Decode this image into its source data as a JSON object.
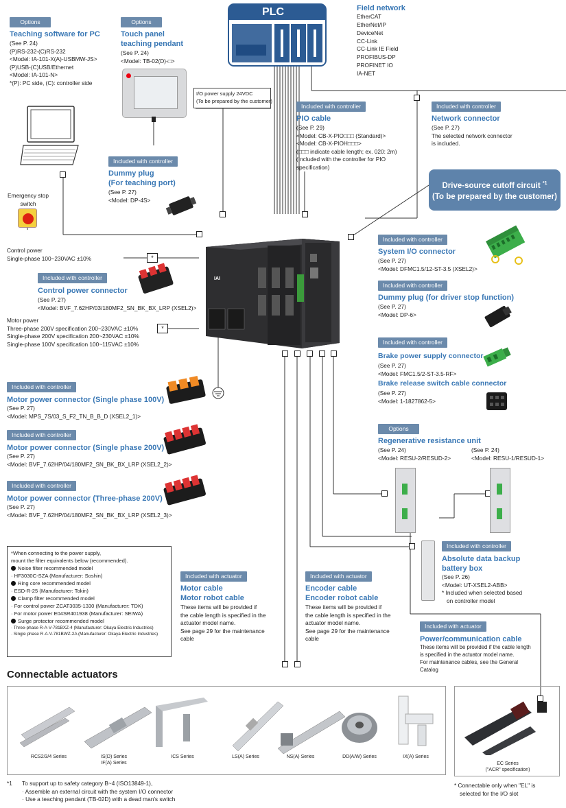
{
  "plc": {
    "label": "PLC"
  },
  "field_network": {
    "title": "Field network",
    "items": [
      "EtherCAT",
      "EtherNet/IP",
      "DeviceNet",
      "CC-Link",
      "CC-Link IE Field",
      "PROFIBUS-DP",
      "PROFINET IO",
      "IA-NET"
    ]
  },
  "teaching_sw": {
    "badge": "Options",
    "title": "Teaching software for PC",
    "lines": [
      "(See P. 24)",
      "(P)RS-232-(C)RS-232",
      "<Model: IA-101-X(A)-USBMW-JS>",
      "(P)USB-(C)USB/Ethernet",
      "<Model: IA-101-N>",
      "*(P): PC side, (C): controller side"
    ]
  },
  "touch_panel": {
    "badge": "Options",
    "title1": "Touch panel",
    "title2": "teaching pendant",
    "lines": [
      "(See P. 24)",
      "<Model: TB-02(D)-□>"
    ]
  },
  "io_power": {
    "line1": "I/O power supply 24VDC",
    "line2": "(To be prepared by the customer)"
  },
  "pio_cable": {
    "badge": "Included with controller",
    "title": "PIO cable",
    "lines": [
      "(See P. 29)",
      "<Model: CB-X-PIO□□□ (Standard)>",
      "<Model: CB-X-PIOH□□□>",
      "(□□□ indicate cable length; ex. 020: 2m)",
      "(Included with the controller for PIO",
      "specification)"
    ]
  },
  "network_conn": {
    "badge": "Included with controller",
    "title": "Network connector",
    "lines": [
      "(See P. 27)",
      "The selected network connector",
      "is included."
    ]
  },
  "cutoff": {
    "line1": "Drive-source cutoff circuit",
    "sup": "*1",
    "line2": "(To be prepared by the customer)"
  },
  "dummy_plug_tp": {
    "badge": "Included with controller",
    "title1": "Dummy plug",
    "title2": "(For teaching port)",
    "lines": [
      "(See P. 27)",
      "<Model: DP-4S>"
    ]
  },
  "estop": {
    "line1": "Emergency stop",
    "line2": "switch"
  },
  "control_power": {
    "line1": "Control power",
    "line2": "Single-phase 100~230VAC ±10%",
    "mark": "*"
  },
  "control_conn": {
    "badge": "Included with controller",
    "title": "Control power connector",
    "lines": [
      "(See P. 27)",
      "<Model: BVF_7.62HP/03/180MF2_SN_BK_BX_LRP (XSEL2)>"
    ]
  },
  "motor_power": {
    "mark": "*",
    "lines": [
      "Motor power",
      "Three-phase 200V specification 200~230VAC ±10%",
      "Single-phase 200V specification 200~230VAC ±10%",
      "Single-phase 100V specification 100~115VAC ±10%"
    ]
  },
  "system_io": {
    "badge": "Included with controller",
    "title": "System I/O connector",
    "lines": [
      "(See P. 27)",
      "<Model: DFMC1.5/12-ST-3.5 (XSEL2)>"
    ]
  },
  "dummy_plug_ds": {
    "title": "Dummy plug (for driver stop function)",
    "lines": [
      "(See P. 27)",
      "<Model: DP-6>"
    ]
  },
  "brake_power": {
    "badge": "Included with controller",
    "title": "Brake power supply connector",
    "lines": [
      "(See P. 27)",
      "<Model: FMC1.5/2-ST-3.5-RF>"
    ]
  },
  "brake_release": {
    "title": "Brake release switch cable connector",
    "lines": [
      "(See P. 27)",
      "<Model: 1-1827862-5>"
    ]
  },
  "motor_100": {
    "badge": "Included with controller",
    "title": "Motor power connector (Single phase 100V)",
    "lines": [
      "(See P. 27)",
      "<Model: MPS_7S/03_S_F2_TN_B_B_D (XSEL2_1)>"
    ]
  },
  "motor_200": {
    "badge": "Included with controller",
    "title": "Motor power connector (Single phase 200V)",
    "lines": [
      "(See P. 27)",
      "<Model: BVF_7.62HP/04/180MF2_SN_BK_BX_LRP (XSEL2_2)>"
    ]
  },
  "motor_3ph": {
    "badge": "Included with controller",
    "title": "Motor power connector (Three-phase 200V)",
    "lines": [
      "(See P. 27)",
      "<Model: BVF_7.62HP/04/180MF2_SN_BK_BX_LRP (XSEL2_3)>"
    ]
  },
  "regen": {
    "badge": "Options",
    "title": "Regenerative resistance unit",
    "left": [
      "(See P. 24)",
      "<Model: RESU-2/RESUD-2>"
    ],
    "right": [
      "(See P. 24)",
      "<Model: RESU-1/RESUD-1>"
    ]
  },
  "battery": {
    "badge": "Included with controller",
    "title1": "Absolute data backup",
    "title2": "battery box",
    "lines": [
      "(See P. 26)",
      "<Model: UT-XSEL2-ABB>",
      "* Included when selected based",
      "on controller model"
    ]
  },
  "filter": {
    "lines": [
      {
        "t": "*When connecting to the power supply,",
        "b": false
      },
      {
        "t": "mount the filter equivalents below (recommended).",
        "b": false
      },
      {
        "t": "Noise filter recommended model",
        "b": true
      },
      {
        "t": "· HF3030C-SZA (Manufacturer: Soshin)",
        "b": false
      },
      {
        "t": "Ring core recommended model",
        "b": true
      },
      {
        "t": "· ESD-R-25 (Manufacturer: Tokin)",
        "b": false
      },
      {
        "t": "Clamp filter recommended model",
        "b": true
      },
      {
        "t": "· For control power ZCAT3035-1330 (Manufacturer: TDK)",
        "b": false
      },
      {
        "t": "· For motor power E04SR401938 (Manufacturer: SEIWA)",
        "b": false
      },
      {
        "t": "Surge protector recommended model",
        "b": true
      },
      {
        "t": "· Three-phase R·A·V-781BXZ-4 (Manufacturer: Okaya Electric Industries)",
        "b": false
      },
      {
        "t": "· Single phase R·A·V-781BWZ-2A (Manufacturer: Okaya Electric Industries)",
        "b": false
      }
    ]
  },
  "motor_cable": {
    "badge": "Included with actuator",
    "title1": "Motor cable",
    "title2": "Motor robot cable",
    "lines": [
      "These items will be provided if",
      "the cable length is specified in the",
      "actuator model name.",
      "See page 29 for the maintenance",
      "cable"
    ]
  },
  "encoder_cable": {
    "badge": "Included with actuator",
    "title1": "Encoder cable",
    "title2": "Encoder robot cable",
    "lines": [
      "These items will be provided if",
      "the cable length is specified in the",
      "actuator model name.",
      "See page 29 for the maintenance",
      "cable"
    ]
  },
  "power_comm": {
    "badge": "Included with actuator",
    "title": "Power/communication cable",
    "lines": [
      "These items will be provided if the cable length",
      "is specified in the actuator model name.",
      "For maintenance cables, see the General",
      "Catalog"
    ]
  },
  "actuators": {
    "title": "Connectable actuators",
    "items": [
      {
        "l1": "RCS2/3/4 Series",
        "l2": ""
      },
      {
        "l1": "IS(D) Series",
        "l2": "IF(A) Series"
      },
      {
        "l1": "ICS Series",
        "l2": ""
      },
      {
        "l1": "LS(A) Series",
        "l2": ""
      },
      {
        "l1": "NS(A) Series",
        "l2": ""
      },
      {
        "l1": "DD(A/W) Series",
        "l2": ""
      },
      {
        "l1": "IX(A) Series",
        "l2": ""
      }
    ],
    "ec": {
      "l1": "EC Series",
      "l2": "(\"ACR\" specification)"
    }
  },
  "notes": {
    "n1_mark": "*1",
    "n1_lines": [
      "To support up to safety category B~4 (ISO13849-1),",
      "· Assemble an external circuit with the system I/O connector",
      "· Use a teaching pendant (TB-02D) with a dead man's switch"
    ],
    "ec_lines": [
      "* Connectable only when \"EL\" is",
      "selected for the I/O slot"
    ]
  },
  "colors": {
    "badge": "#6b8aab",
    "title": "#3a78b5",
    "cutoff": "#5e83ab",
    "plc": "#2c5b93"
  }
}
